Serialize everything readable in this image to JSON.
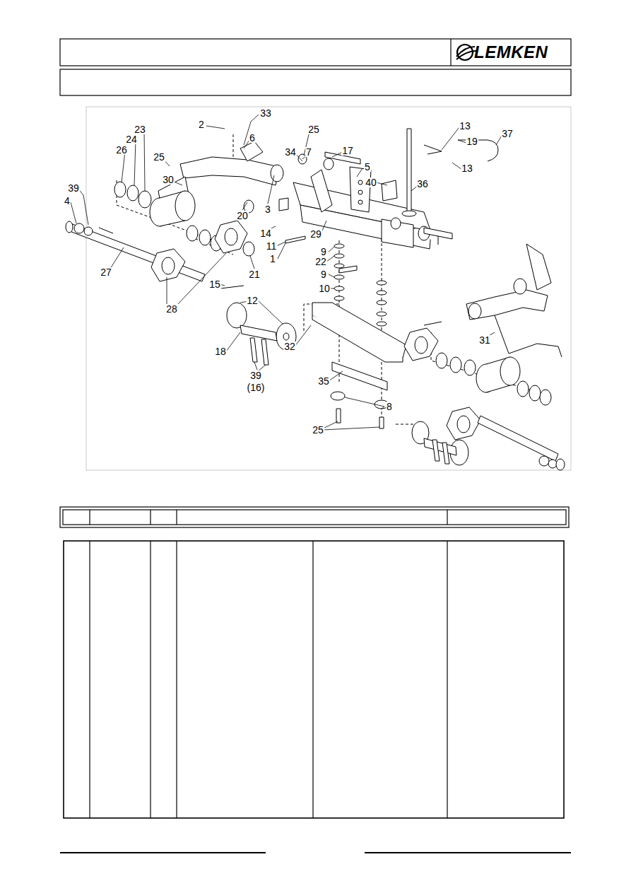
{
  "diagram": {
    "labels": [
      "LEMKEN",
      "2",
      "33",
      "6",
      "25",
      "13",
      "19",
      "37",
      "13",
      "7",
      "17",
      "34",
      "5",
      "40",
      "36",
      "23",
      "24",
      "26",
      "25",
      "30",
      "39",
      "4",
      "20",
      "3",
      "14",
      "11",
      "1",
      "29",
      "9",
      "22",
      "9",
      "10",
      "21",
      "15",
      "27",
      "28",
      "12",
      "31",
      "32",
      "18",
      "39",
      "(16)",
      "35",
      "8",
      "25"
    ]
  }
}
